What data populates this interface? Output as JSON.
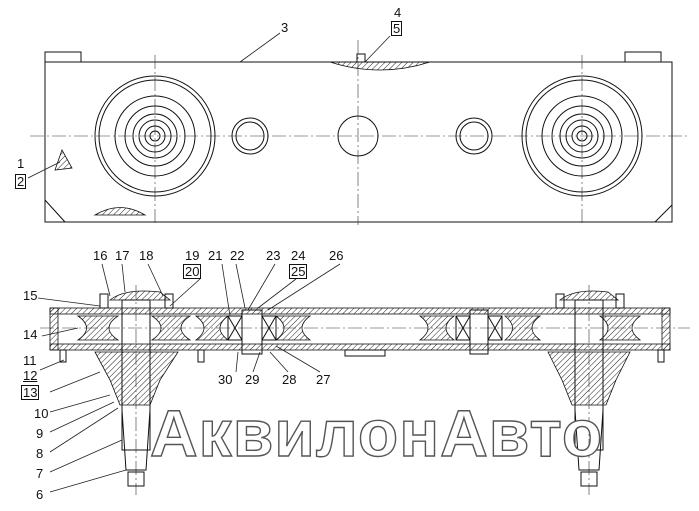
{
  "watermark": "АквилонАвто",
  "callouts": {
    "n1": "1",
    "n2": "2",
    "n3": "3",
    "n4": "4",
    "n5": "5",
    "n6": "6",
    "n7": "7",
    "n8": "8",
    "n9": "9",
    "n10": "10",
    "n11": "11",
    "n12": "12",
    "n13": "13",
    "n14": "14",
    "n15": "15",
    "n16": "16",
    "n17": "17",
    "n18": "18",
    "n19": "19",
    "n20": "20",
    "n21": "21",
    "n22": "22",
    "n23": "23",
    "n24": "24",
    "n25": "25",
    "n26": "26",
    "n27": "27",
    "n28": "28",
    "n29": "29",
    "n30": "30"
  }
}
